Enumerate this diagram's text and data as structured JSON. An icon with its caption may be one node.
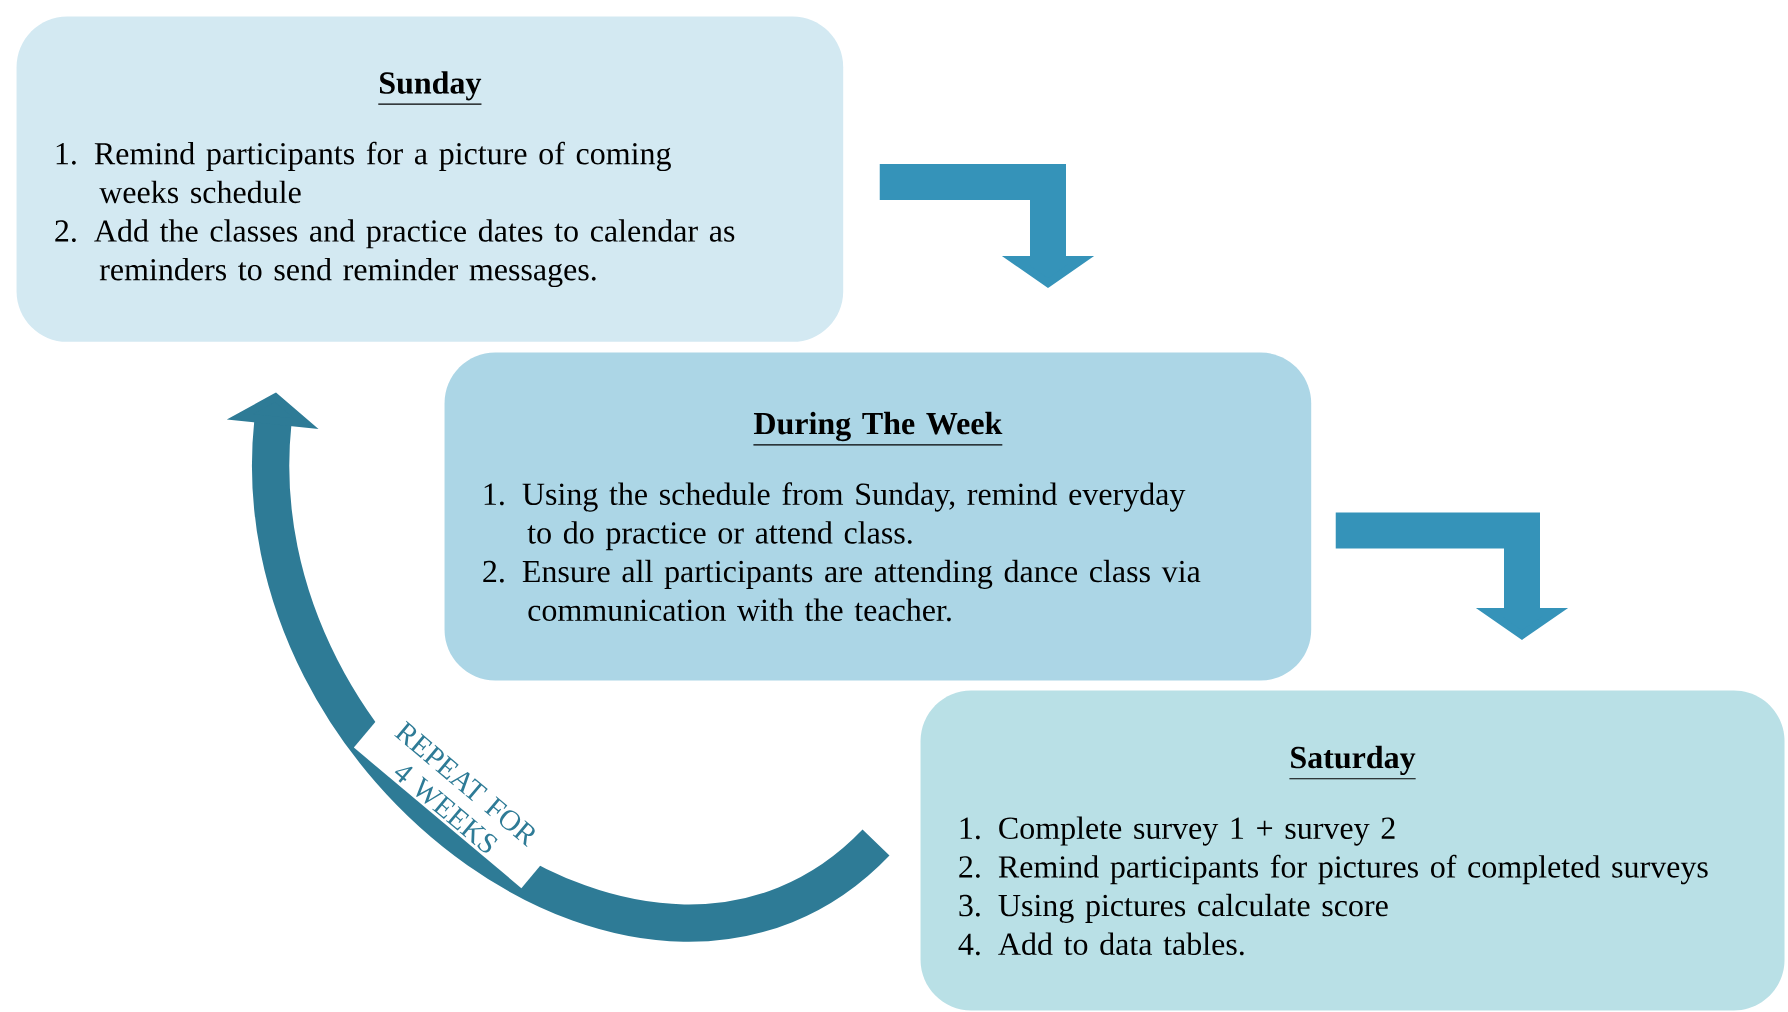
{
  "diagram": {
    "nodes": [
      {
        "text": [
          "Sunday",
          "1. Remind participants for a picture of coming weeks schedule",
          "2. Add the classes and practice dates to calendar as reminders to send reminder messages."
        ]
      },
      {
        "text": [
          "During The Week",
          "1. Using the schedule from Sunday, remind everyday to do practice or attend class.",
          "2. Ensure all participants are attending dance class via communication with the teacher."
        ]
      },
      {
        "text": [
          "Saturday",
          "1. Complete survey 1 + survey 2",
          "2. Remind participants for pictures of completed surveys",
          "3. Using pictures calculate score",
          "4. Add to data tables."
        ]
      }
    ],
    "edges": [
      {
        "from": 0,
        "to": 1,
        "arrow": "to"
      },
      {
        "from": 1,
        "to": 2,
        "arrow": "to"
      },
      {
        "from": 2,
        "to": 0,
        "arrow": "to",
        "label": "REPEAT FOR 4 WEEKS"
      }
    ]
  }
}
